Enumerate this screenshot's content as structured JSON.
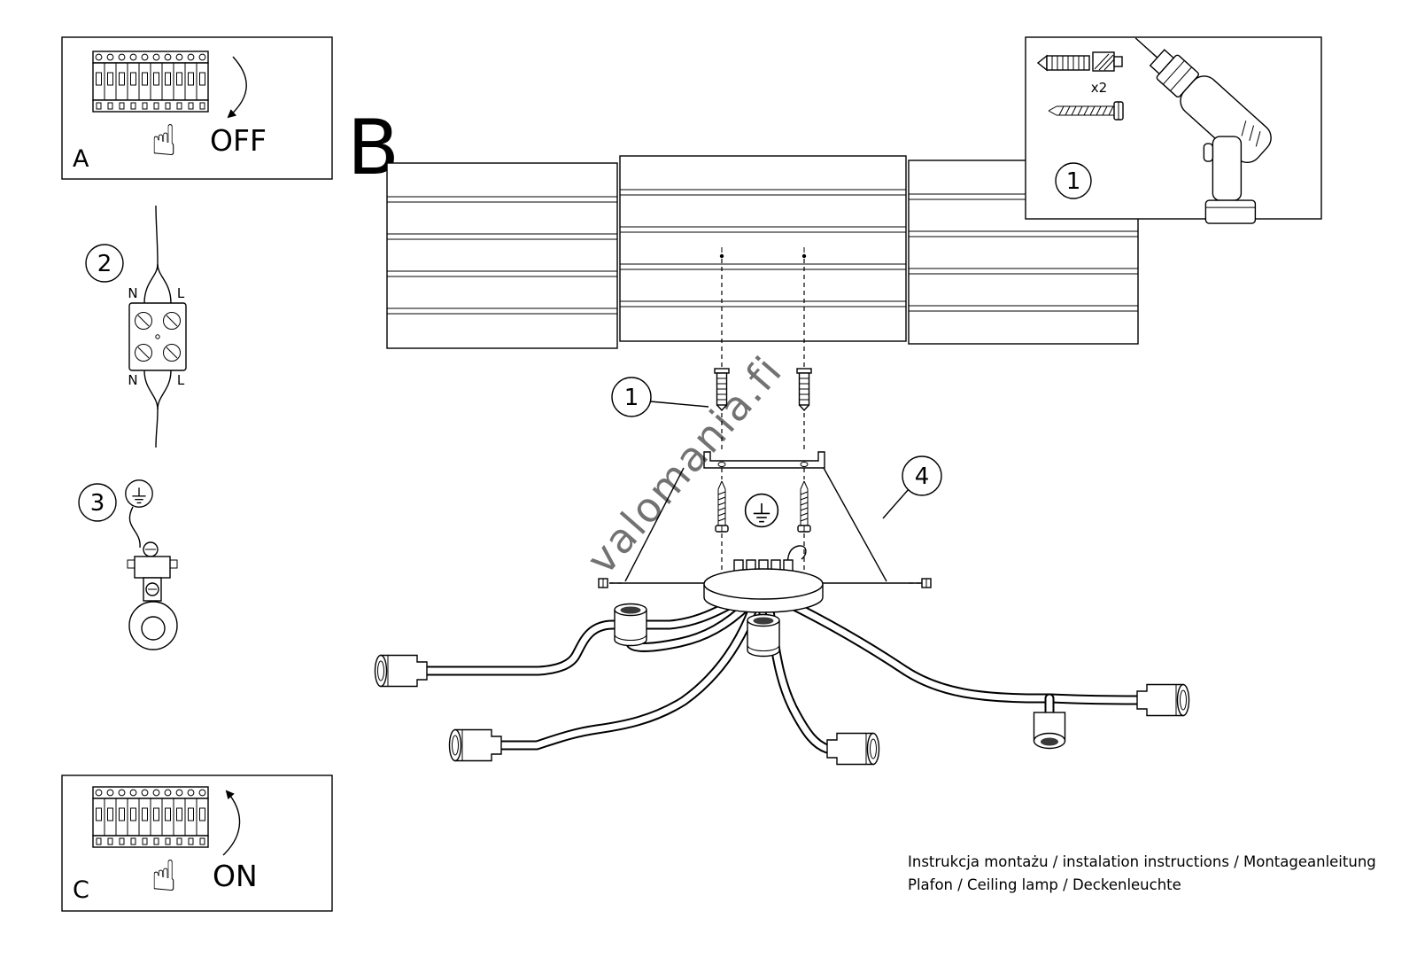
{
  "document": {
    "watermark": "valomania.fi",
    "footer_line1": "Instrukcja montażu / instalation instructions / Montageanleitung",
    "footer_line2": "Plafon / Ceiling lamp / Deckenleuchte"
  },
  "steps": {
    "panel_a_label": "A",
    "panel_a_state": "OFF",
    "panel_c_label": "C",
    "panel_c_state": "ON",
    "step2_number": "2",
    "step3_number": "3",
    "section_b_label": "B",
    "callout_anchor": "1",
    "callout_canopy": "4",
    "inset_step_number": "1",
    "inset_quantity": "x2"
  },
  "wiring": {
    "top_left": "N",
    "top_right": "L",
    "bottom_left": "N",
    "bottom_right": "L"
  },
  "icons": {
    "hand": "☝"
  }
}
